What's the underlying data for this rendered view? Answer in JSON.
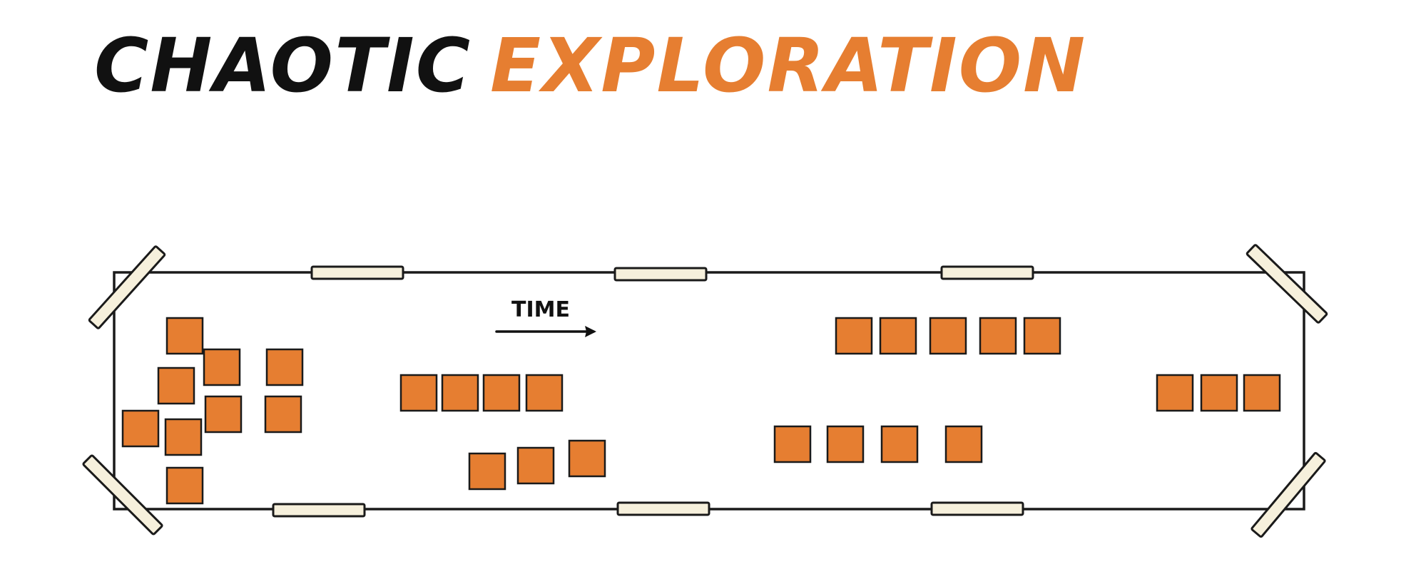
{
  "title": {
    "word1": "CHAOTIC",
    "word2": "EXPLORATION"
  },
  "board": {
    "time_label": "TIME"
  },
  "colors": {
    "ink": "#111111",
    "accent": "#E67E31",
    "tape_fill": "#F6F0DC",
    "stroke": "#1a1a1a"
  },
  "icons": {
    "arrow": "right-arrow-icon"
  }
}
